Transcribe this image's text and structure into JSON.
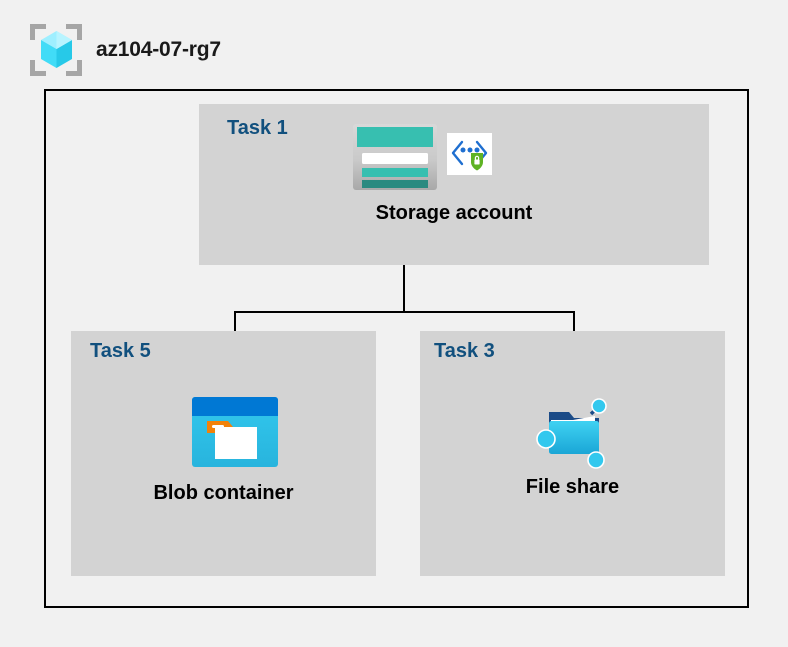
{
  "resource_group": {
    "name": "az104-07-rg7",
    "icon": "resource-group-cube-icon"
  },
  "diagram": {
    "type": "azure-architecture",
    "background_color": "#f1f1f1",
    "box_color": "#d3d3d3",
    "border_color": "#000000",
    "task_label_color": "#11507e",
    "node_label_color": "#000000"
  },
  "tasks": [
    {
      "id": "task1",
      "label": "Task 1",
      "node_label": "Storage account",
      "icon": "storage-account-icon",
      "badge_icon": "secure-endpoint-shield-icon"
    },
    {
      "id": "task5",
      "label": "Task 5",
      "node_label": "Blob container",
      "icon": "blob-container-icon"
    },
    {
      "id": "task3",
      "label": "Task 3",
      "node_label": "File share",
      "icon": "file-share-icon"
    }
  ],
  "connections": [
    {
      "from": "Storage account",
      "to": "Blob container"
    },
    {
      "from": "Storage account",
      "to": "File share"
    }
  ],
  "colors": {
    "storage_teal": "#37bfb0",
    "storage_teal_dark": "#2a8a80",
    "blob_blue": "#0078d4",
    "blob_cyan": "#32c8ee",
    "blob_tag_orange": "#f2820a",
    "share_cyan": "#32c8ee",
    "share_blue_dark": "#1b4b87",
    "shield_green": "#5fb324",
    "chevron_blue": "#1f6fd0",
    "cube_cyan": "#7ae7fb"
  }
}
